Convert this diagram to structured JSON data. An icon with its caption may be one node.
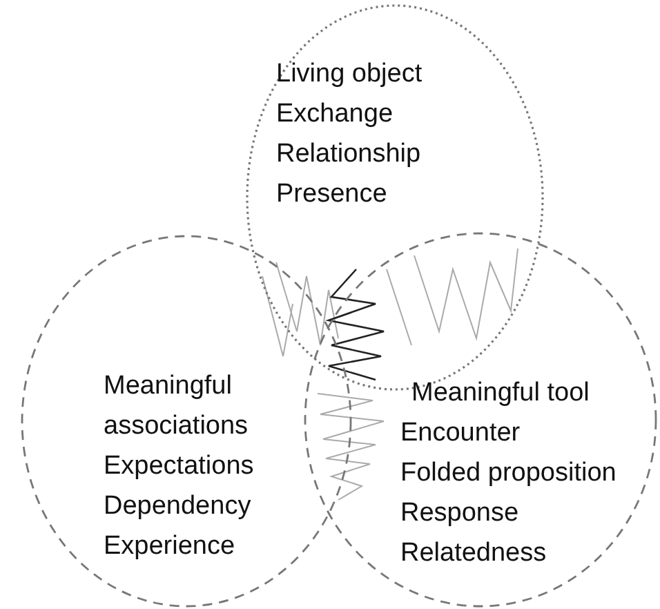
{
  "diagram": {
    "nodes": [
      {
        "text": [
          "Living object",
          "Exchange",
          "Relationship",
          "Presence"
        ]
      },
      {
        "text": [
          "Meaningful associations",
          "Expectations",
          "Dependency",
          "Experience"
        ]
      },
      {
        "text": [
          "Meaningful tool",
          "Encounter",
          "Folded proposition",
          "Response",
          "Relatedness"
        ]
      }
    ]
  }
}
